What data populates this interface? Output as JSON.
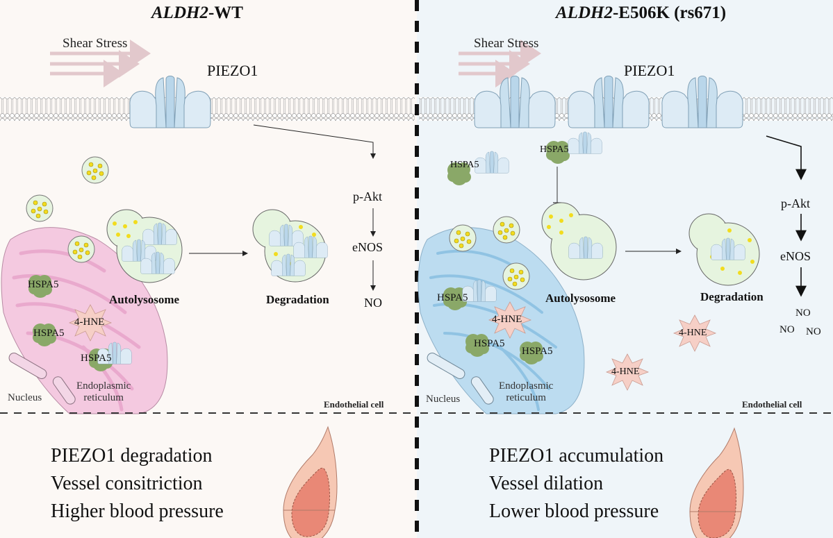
{
  "left": {
    "title_gene": "ALDH2",
    "title_suffix": "-WT",
    "shear_stress": "Shear Stress",
    "piezo1": "PIEZO1",
    "pathway": [
      "p-Akt",
      "eNOS",
      "NO"
    ],
    "autolysosome": "Autolysosome",
    "degradation": "Degradation",
    "hspa5": [
      "HSPA5",
      "HSPA5",
      "HSPA5"
    ],
    "hne": [
      "4-HNE"
    ],
    "nucleus": "Nucleus",
    "er_line1": "Endoplasmic",
    "er_line2": "reticulum",
    "cell_label": "Endothelial cell",
    "summary": [
      "PIEZO1 degradation",
      "Vessel consitriction",
      "Higher blood pressure"
    ]
  },
  "right": {
    "title_gene": "ALDH2",
    "title_suffix": "-E506K (rs671)",
    "shear_stress": "Shear Stress",
    "piezo1": "PIEZO1",
    "pathway": [
      "p-Akt",
      "eNOS"
    ],
    "no_labels": [
      "NO",
      "NO",
      "NO"
    ],
    "autolysosome": "Autolysosome",
    "degradation": "Degradation",
    "hspa5": [
      "HSPA5",
      "HSPA5",
      "HSPA5",
      "HSPA5",
      "HSPA5"
    ],
    "hne": [
      "4-HNE",
      "4-HNE",
      "4-HNE"
    ],
    "nucleus": "Nucleus",
    "er_line1": "Endoplasmic",
    "er_line2": "reticulum",
    "cell_label": "Endothelial cell",
    "summary": [
      "PIEZO1 accumulation",
      "Vessel dilation",
      "Lower blood pressure"
    ]
  },
  "colors": {
    "left_bg": "#fcf8f5",
    "right_bg": "#eff5f9",
    "piezo_fill": "#ddebf5",
    "piezo_dark": "#b9d6ea",
    "vesicle_fill": "#e6f4df",
    "cargo": "#f2dc1e",
    "hspa5": "#8aa868",
    "hne": "#f6cfc6",
    "er_left": "#f4c9e0",
    "er_right": "#bcdcf0",
    "shear_arrow": "#e2c8cc",
    "vessel_outer": "#f6c8b4",
    "vessel_lumen": "#e98876"
  }
}
